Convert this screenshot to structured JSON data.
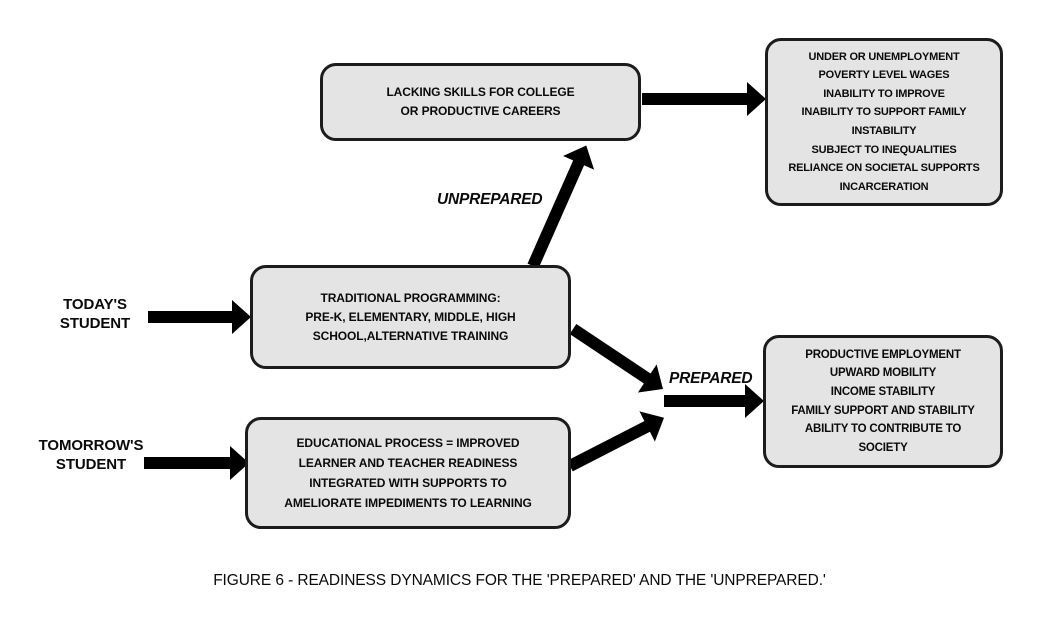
{
  "diagram": {
    "boxes": {
      "lacking_skills": {
        "lines": [
          "LACKING SKILLS FOR COLLEGE",
          "OR PRODUCTIVE CAREERS"
        ]
      },
      "negative_outcomes": {
        "lines": [
          "UNDER OR UNEMPLOYMENT",
          "POVERTY LEVEL WAGES",
          "INABILITY TO IMPROVE",
          "INABILITY TO SUPPORT FAMILY",
          "INSTABILITY",
          "SUBJECT TO INEQUALITIES",
          "RELIANCE ON SOCIETAL SUPPORTS",
          "INCARCERATION"
        ]
      },
      "traditional_programming": {
        "lines": [
          "TRADITIONAL PROGRAMMING:",
          "PRE-K, ELEMENTARY, MIDDLE, HIGH",
          "SCHOOL,ALTERNATIVE TRAINING"
        ]
      },
      "educational_process": {
        "lines": [
          "EDUCATIONAL PROCESS = IMPROVED",
          "LEARNER AND TEACHER READINESS",
          "INTEGRATED WITH SUPPORTS TO",
          "AMELIORATE IMPEDIMENTS TO LEARNING"
        ]
      },
      "positive_outcomes": {
        "lines": [
          "PRODUCTIVE EMPLOYMENT",
          "UPWARD MOBILITY",
          "INCOME STABILITY",
          "FAMILY SUPPORT AND STABILITY",
          "ABILITY TO CONTRIBUTE TO",
          "SOCIETY"
        ]
      }
    },
    "labels": {
      "todays_student": {
        "lines": [
          "TODAY'S",
          "STUDENT"
        ]
      },
      "tomorrows_student": {
        "lines": [
          "TOMORROW'S",
          "STUDENT"
        ]
      },
      "unprepared": "UNPREPARED",
      "prepared": "PREPARED"
    },
    "caption": "FIGURE 6 - READINESS DYNAMICS FOR THE 'PREPARED' AND THE 'UNPREPARED.'",
    "colors": {
      "background": "#ffffff",
      "box_fill": "#e4e4e4",
      "box_border": "#1c1c1c",
      "arrow": "#000000",
      "text": "#0a0a0a"
    }
  }
}
